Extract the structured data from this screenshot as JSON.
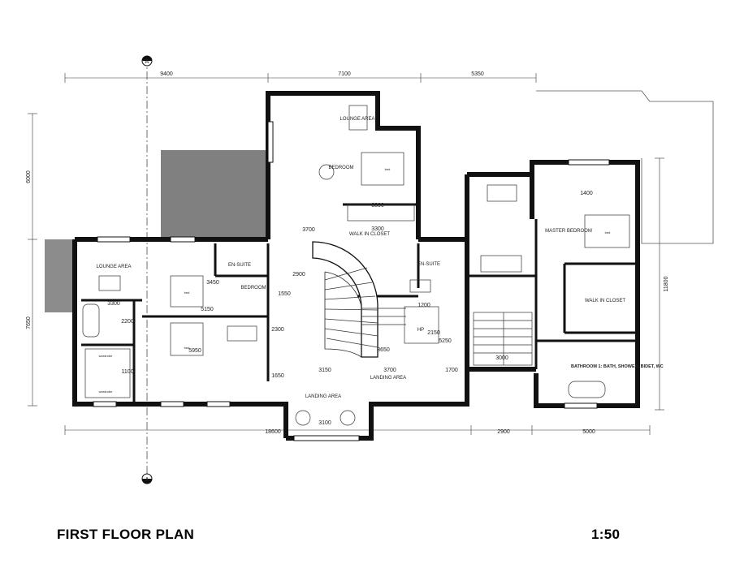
{
  "title": "FIRST FLOOR PLAN",
  "scale": "1:50",
  "section_marker": "A",
  "top_dims": [
    "9400",
    "7100",
    "5350"
  ],
  "bottom_dims": [
    "18600",
    "2900",
    "5000"
  ],
  "left_dims": [
    "6000",
    "7650"
  ],
  "right_dims": [
    "11800"
  ],
  "rooms": [
    {
      "label": "LOUNGE AREA"
    },
    {
      "label": "BEDROOM"
    },
    {
      "label": "LOUNGE AREA"
    },
    {
      "label": "EN-SUITE"
    },
    {
      "label": "BEDROOM"
    },
    {
      "label": "WALK IN CLOSET"
    },
    {
      "label": "EN-SUITE"
    },
    {
      "label": "MASTER BEDROOM"
    },
    {
      "label": "WALK IN CLOSET"
    },
    {
      "label": "HP"
    },
    {
      "label": "LANDING AREA"
    },
    {
      "label": "LANDING AREA"
    },
    {
      "label": "BATHROOM 1: BATH, SHOWER, BIDET, WC"
    }
  ],
  "inner_dims": [
    "3700",
    "3300",
    "2900",
    "1550",
    "2300",
    "1650",
    "3150",
    "3700",
    "1700",
    "3100",
    "3300",
    "5150",
    "5950",
    "3450",
    "2200",
    "1100",
    "3300",
    "1200",
    "3650",
    "2150",
    "5250",
    "3000",
    "1400"
  ],
  "furniture_labels": [
    "bed",
    "bed",
    "bed",
    "bed",
    "wardrobe",
    "wardrobe"
  ],
  "colors": {
    "ink": "#111111",
    "hatch": "#808080",
    "paper": "#ffffff"
  }
}
